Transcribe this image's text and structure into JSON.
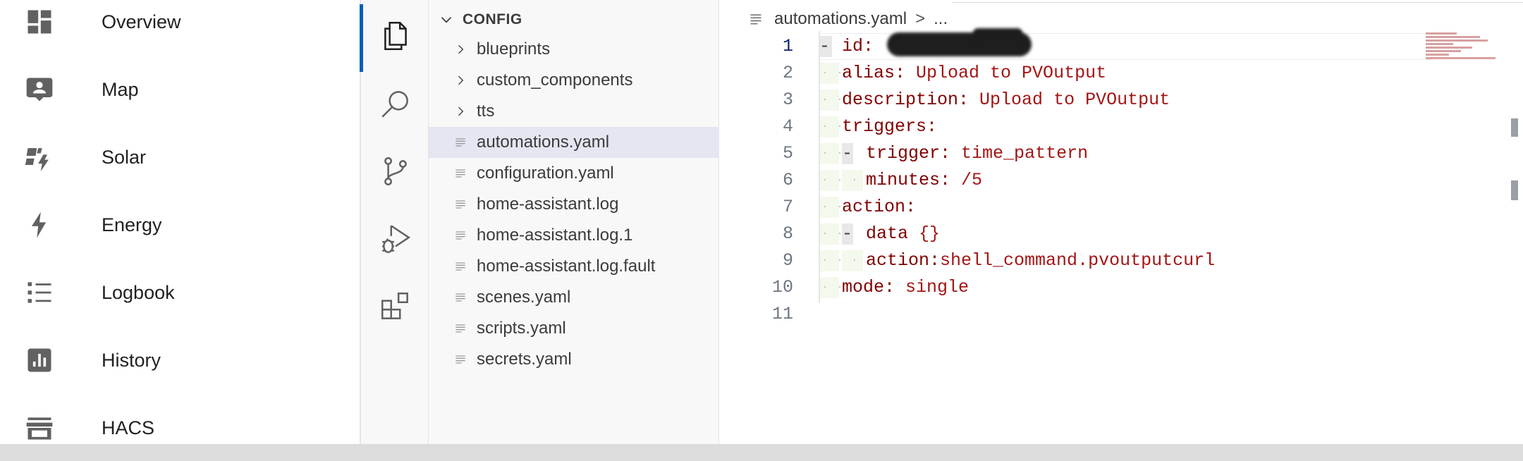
{
  "sidebar": {
    "items": [
      {
        "label": "Overview",
        "icon": "dashboard-icon"
      },
      {
        "label": "Map",
        "icon": "map-person-icon"
      },
      {
        "label": "Solar",
        "icon": "solar-power-icon"
      },
      {
        "label": "Energy",
        "icon": "lightning-bolt-icon"
      },
      {
        "label": "Logbook",
        "icon": "format-list-icon"
      },
      {
        "label": "History",
        "icon": "chart-box-icon"
      },
      {
        "label": "HACS",
        "icon": "hacs-store-icon"
      }
    ]
  },
  "activity_bar": {
    "items": [
      "explorer-icon",
      "search-icon",
      "source-control-icon",
      "run-debug-icon",
      "extensions-icon"
    ]
  },
  "explorer": {
    "section_title": "CONFIG",
    "folders": [
      "blueprints",
      "custom_components",
      "tts"
    ],
    "files": [
      "automations.yaml",
      "configuration.yaml",
      "home-assistant.log",
      "home-assistant.log.1",
      "home-assistant.log.fault",
      "scenes.yaml",
      "scripts.yaml",
      "secrets.yaml"
    ],
    "selected_file": "automations.yaml"
  },
  "editor": {
    "breadcrumb": {
      "file": "automations.yaml",
      "separator": ">",
      "more": "..."
    },
    "lines": [
      {
        "num": "1",
        "dash": "-",
        "key": "id:",
        "value": ""
      },
      {
        "num": "2",
        "key": "alias:",
        "value": "Upload to PVOutput"
      },
      {
        "num": "3",
        "key": "description:",
        "value": "Upload to PVOutput"
      },
      {
        "num": "4",
        "key": "triggers:",
        "value": ""
      },
      {
        "num": "5",
        "dash": "-",
        "key": "trigger:",
        "value": "time_pattern"
      },
      {
        "num": "6",
        "key": "minutes:",
        "value": "/5"
      },
      {
        "num": "7",
        "key": "action:",
        "value": ""
      },
      {
        "num": "8",
        "dash": "-",
        "key": "data",
        "value": "{}"
      },
      {
        "num": "9",
        "key": "action:",
        "value": "shell_command.pvoutputcurl"
      },
      {
        "num": "10",
        "key": "mode:",
        "value": "single"
      },
      {
        "num": "11",
        "key": "",
        "value": ""
      }
    ],
    "current_line": "1"
  },
  "colors": {
    "key": "#800000",
    "string": "#a31515",
    "accent": "#005fb8",
    "selection": "#e4e6f1"
  }
}
